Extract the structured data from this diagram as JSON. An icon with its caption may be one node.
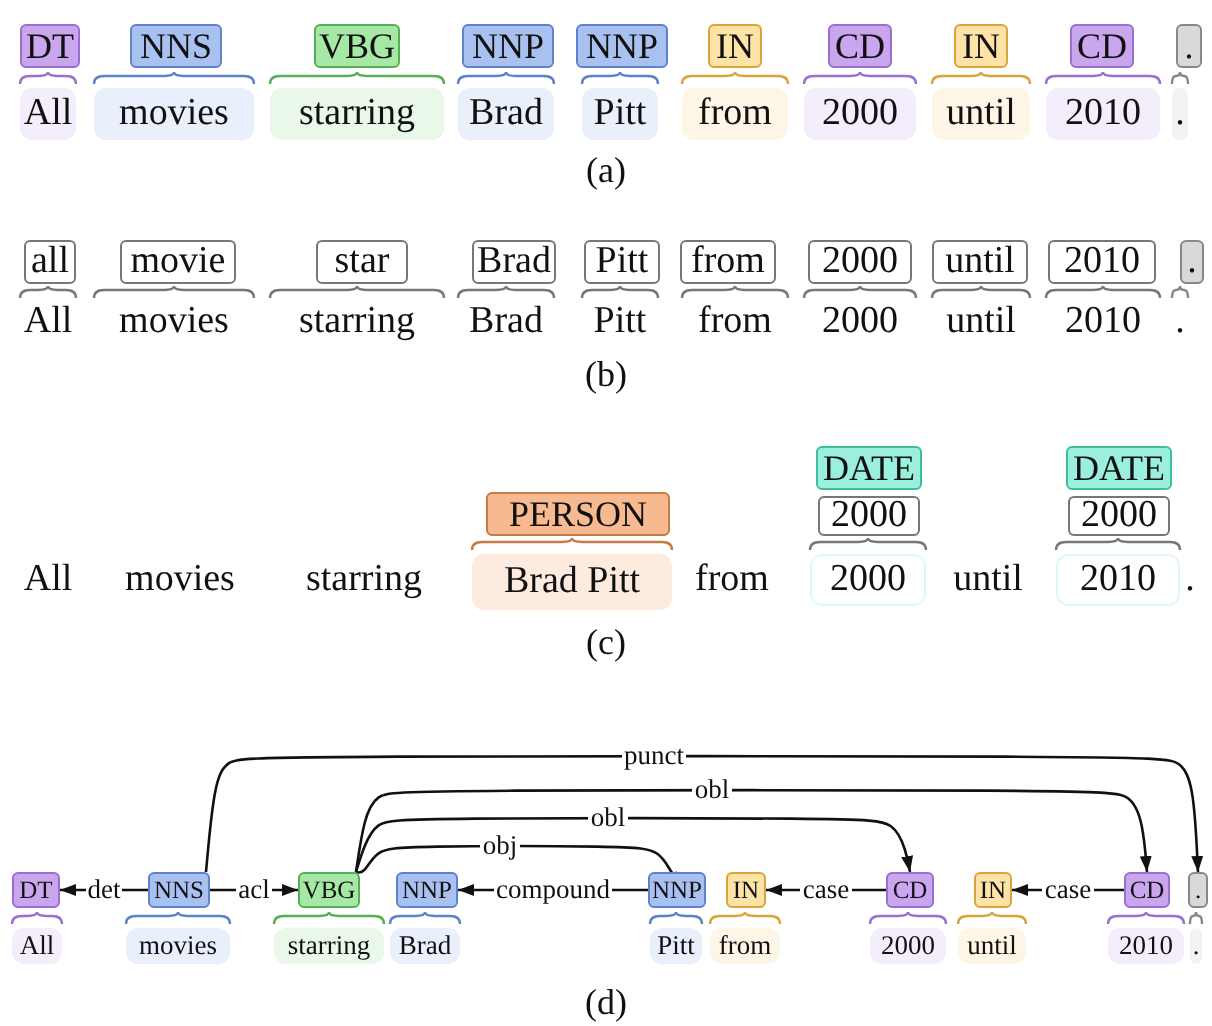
{
  "diagram": {
    "nodes": [
      {
        "text": [
          "DT"
        ]
      },
      {
        "text": [
          "NNS"
        ]
      },
      {
        "text": [
          "VBG"
        ]
      },
      {
        "text": [
          "NNP"
        ]
      },
      {
        "text": [
          "NNP"
        ]
      },
      {
        "text": [
          "IN"
        ]
      },
      {
        "text": [
          "CD"
        ]
      },
      {
        "text": [
          "IN"
        ]
      },
      {
        "text": [
          "CD"
        ]
      },
      {
        "text": [
          "."
        ]
      },
      {
        "text": [
          "All"
        ]
      },
      {
        "text": [
          "movies"
        ]
      },
      {
        "text": [
          "starring"
        ]
      },
      {
        "text": [
          "Brad"
        ]
      },
      {
        "text": [
          "Pitt"
        ]
      },
      {
        "text": [
          "from"
        ]
      },
      {
        "text": [
          "2000"
        ]
      },
      {
        "text": [
          "until"
        ]
      },
      {
        "text": [
          "2010"
        ]
      },
      {
        "text": [
          "."
        ]
      },
      {
        "text": [
          "all"
        ]
      },
      {
        "text": [
          "movie"
        ]
      },
      {
        "text": [
          "star"
        ]
      },
      {
        "text": [
          "Brad"
        ]
      },
      {
        "text": [
          "Pitt"
        ]
      },
      {
        "text": [
          "from"
        ]
      },
      {
        "text": [
          "2000"
        ]
      },
      {
        "text": [
          "until"
        ]
      },
      {
        "text": [
          "2010"
        ]
      },
      {
        "text": [
          "."
        ]
      },
      {
        "text": [
          "PERSON"
        ]
      },
      {
        "text": [
          "Brad Pitt"
        ]
      },
      {
        "text": [
          "DATE"
        ]
      },
      {
        "text": [
          "2000"
        ]
      },
      {
        "text": [
          "2000"
        ]
      },
      {
        "text": [
          "DATE"
        ]
      },
      {
        "text": [
          "2000"
        ]
      },
      {
        "text": [
          "2010"
        ]
      },
      {
        "text": [
          "DT"
        ]
      },
      {
        "text": [
          "NNS"
        ]
      },
      {
        "text": [
          "VBG"
        ]
      },
      {
        "text": [
          "NNP"
        ]
      },
      {
        "text": [
          "NNP"
        ]
      },
      {
        "text": [
          "IN"
        ]
      },
      {
        "text": [
          "CD"
        ]
      },
      {
        "text": [
          "IN"
        ]
      },
      {
        "text": [
          "CD"
        ]
      },
      {
        "text": [
          "."
        ]
      },
      {
        "text": [
          "All"
        ]
      },
      {
        "text": [
          "movies"
        ]
      },
      {
        "text": [
          "starring"
        ]
      },
      {
        "text": [
          "Brad"
        ]
      },
      {
        "text": [
          "Pitt"
        ]
      },
      {
        "text": [
          "from"
        ]
      },
      {
        "text": [
          "2000"
        ]
      },
      {
        "text": [
          "until"
        ]
      },
      {
        "text": [
          "2010"
        ]
      },
      {
        "text": [
          "."
        ]
      }
    ],
    "edges": [
      {
        "from": 39,
        "to": 47,
        "arrow": "to",
        "label": "punct"
      },
      {
        "from": 40,
        "to": 46,
        "arrow": "to",
        "label": "obl"
      },
      {
        "from": 40,
        "to": 44,
        "arrow": "to",
        "label": "obl"
      },
      {
        "from": 40,
        "to": 42,
        "arrow": "to",
        "label": "obj"
      },
      {
        "from": 39,
        "to": 38,
        "arrow": "to",
        "label": "det"
      },
      {
        "from": 39,
        "to": 40,
        "arrow": "to",
        "label": "acl"
      },
      {
        "from": 42,
        "to": 41,
        "arrow": "to",
        "label": "compound"
      },
      {
        "from": 44,
        "to": 43,
        "arrow": "to",
        "label": "case"
      },
      {
        "from": 46,
        "to": 45,
        "arrow": "to",
        "label": "case"
      }
    ],
    "labels": [
      "(a)",
      "All",
      "movies",
      "starring",
      "Brad",
      "Pitt",
      "from",
      "2000",
      "until",
      "2010",
      ".",
      "(b)",
      "All",
      "movies",
      "starring",
      "from",
      "until",
      ".",
      "(c)",
      "(d)"
    ]
  }
}
